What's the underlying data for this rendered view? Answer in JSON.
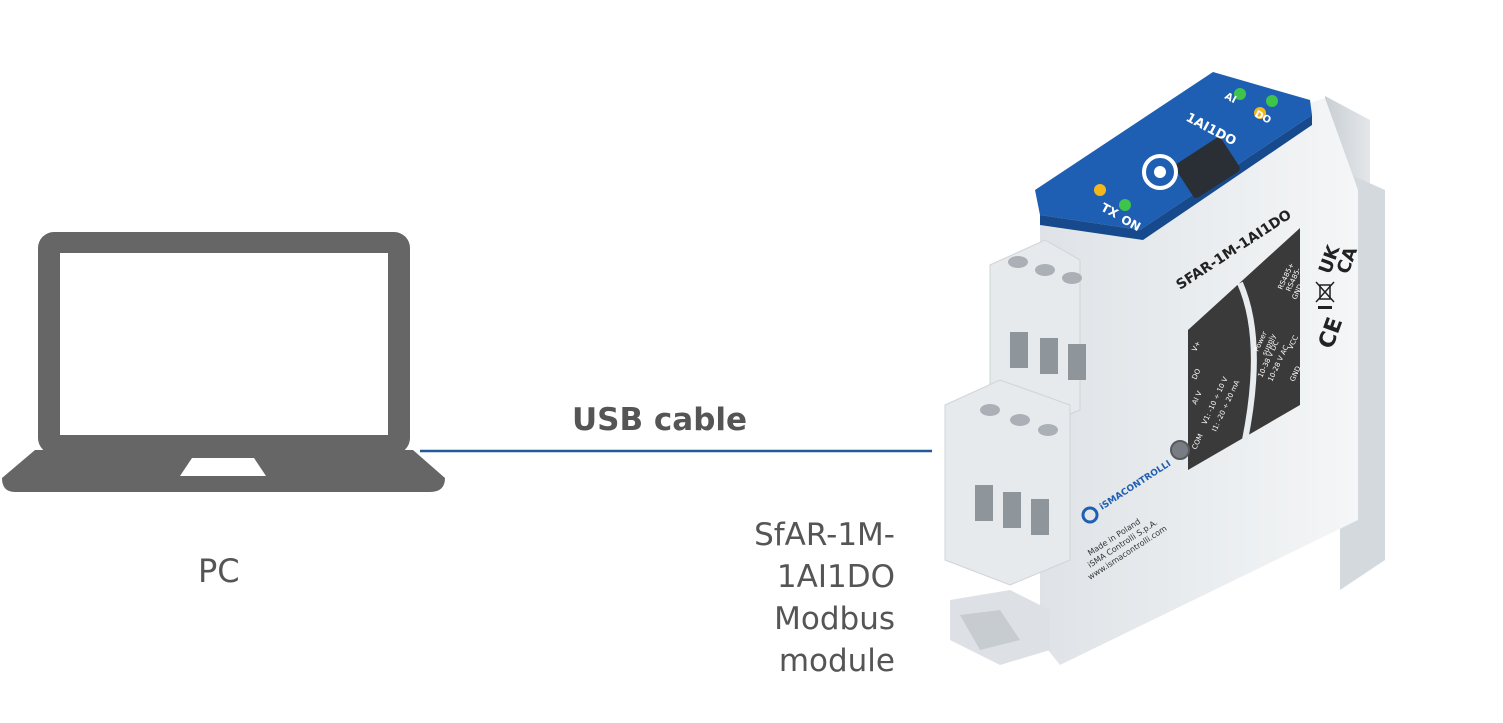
{
  "pc": {
    "label": "PC",
    "icon": "laptop-icon",
    "color": "#666666"
  },
  "cable": {
    "label": "USB cable",
    "color": "#1f5b96"
  },
  "module": {
    "label_lines": [
      "SfAR-1M-",
      "1AI1DO",
      "Modbus",
      "module"
    ],
    "top_label": "1AI1DO",
    "model": "SFAR-1M-1AI1DO",
    "leds": {
      "ai": "AI",
      "do": "DO",
      "tx": "TX",
      "on": "ON"
    },
    "terminals_left": [
      "V+",
      "DO",
      "AI V",
      "V1: -10 ÷ 10 V",
      "I1: -20 ÷ 20 mA",
      "COM"
    ],
    "power_text": [
      "Power",
      "supply",
      "10-38 V DC",
      "10-28 V AC"
    ],
    "terminals_right": [
      "RS485+",
      "RS485-",
      "GND",
      "VCC",
      "GND"
    ],
    "brand": "iSMACONTROLLI",
    "made_in": "Made in Poland",
    "company": "iSMA Controlli S.p.A.",
    "website": "www.ismacontrolli.com",
    "marks": [
      "UK",
      "CA",
      "CE"
    ],
    "colors": {
      "top": "#1e5fb3",
      "body": "#e8ecef",
      "panel": "#3a3a3a"
    }
  }
}
